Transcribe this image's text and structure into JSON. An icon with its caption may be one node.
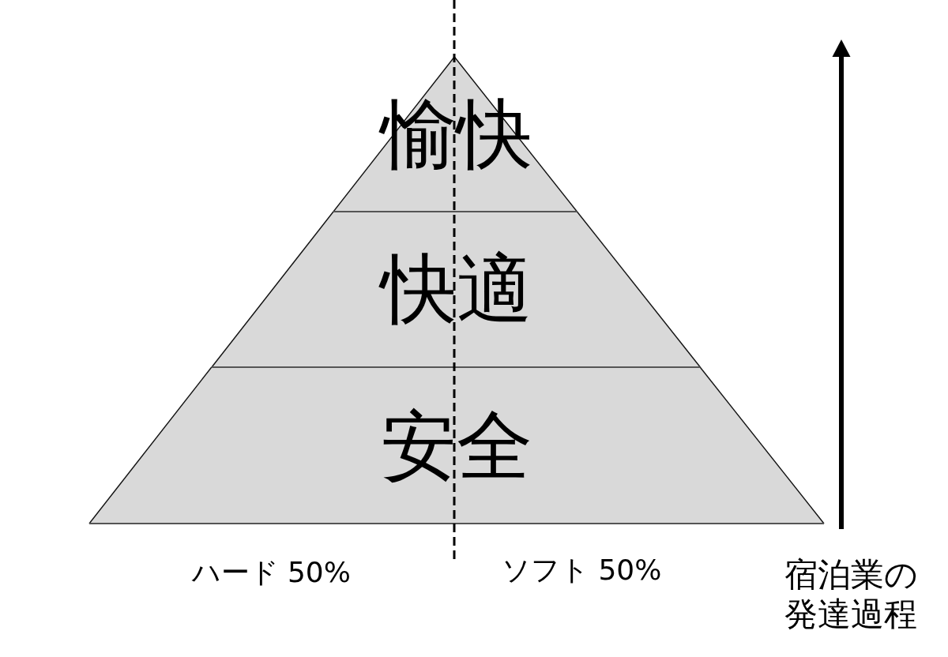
{
  "diagram": {
    "nodes": [
      {
        "text": [
          "愉快"
        ]
      },
      {
        "text": [
          "快適"
        ]
      },
      {
        "text": [
          "安全"
        ]
      }
    ],
    "labels": [
      "ハード 50%",
      "ソフト 50%",
      "宿泊業の発達過程"
    ]
  }
}
